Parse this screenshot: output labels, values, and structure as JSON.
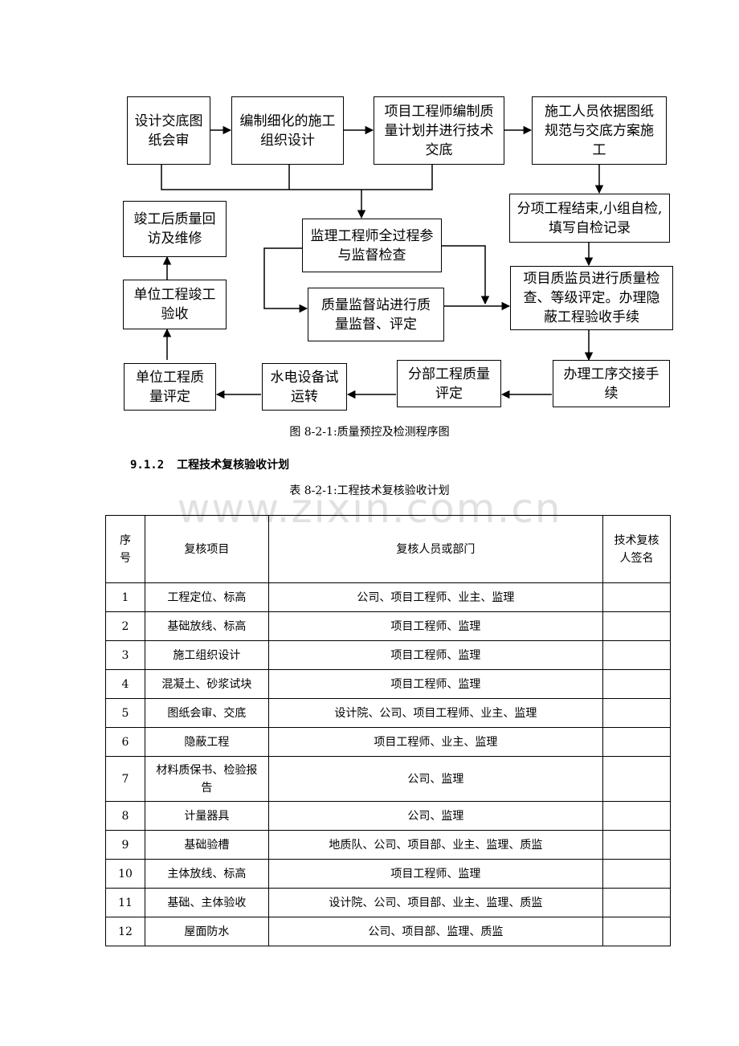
{
  "flowchart": {
    "nodes": {
      "n1": "设计交底图纸会审",
      "n2": "编制细化的施工组织设计",
      "n3": "项目工程师编制质量计划并进行技术交底",
      "n4": "施工人员依据图纸规范与交底方案施工",
      "n5": "分项工程结束,小组自检,填写自检记录",
      "n6": "监理工程师全过程参与监督检查",
      "n7": "质量监督站进行质量监督、评定",
      "n8": "项目质监员进行质量检查、等级评定。办理隐蔽工程验收手续",
      "n9": "竣工后质量回访及维修",
      "n10": "单位工程竣工验收",
      "n11": "单位工程质量评定",
      "n12": "水电设备试运转",
      "n13": "分部工程质量评定",
      "n14": "办理工序交接手续"
    },
    "caption": "图 8-2-1:质量预控及检测程序图"
  },
  "section": {
    "number": "9.1.2",
    "title": "工程技术复核验收计划"
  },
  "table": {
    "caption": "表 8-2-1:工程技术复核验收计划",
    "headers": {
      "no": "序号",
      "item": "复核项目",
      "who": "复核人员或部门",
      "sign": "技术复核人签名"
    },
    "rows": [
      {
        "no": "1",
        "item": "工程定位、标高",
        "who": "公司、项目工程师、业主、监理"
      },
      {
        "no": "2",
        "item": "基础放线、标高",
        "who": "项目工程师、监理"
      },
      {
        "no": "3",
        "item": "施工组织设计",
        "who": "项目工程师、监理"
      },
      {
        "no": "4",
        "item": "混凝土、砂浆试块",
        "who": "项目工程师、监理"
      },
      {
        "no": "5",
        "item": "图纸会审、交底",
        "who": "设计院、公司、项目工程师、业主、监理"
      },
      {
        "no": "6",
        "item": "隐蔽工程",
        "who": "项目工程师、业主、监理"
      },
      {
        "no": "7",
        "item": "材料质保书、检验报告",
        "who": "公司、监理"
      },
      {
        "no": "8",
        "item": "计量器具",
        "who": "公司、监理"
      },
      {
        "no": "9",
        "item": "基础验槽",
        "who": "地质队、公司、项目部、业主、监理、质监"
      },
      {
        "no": "10",
        "item": "主体放线、标高",
        "who": "项目工程师、监理"
      },
      {
        "no": "11",
        "item": "基础、主体验收",
        "who": "设计院、公司、项目部、业主、监理、质监"
      },
      {
        "no": "12",
        "item": "屋面防水",
        "who": "公司、项目部、监理、质监"
      }
    ]
  },
  "watermark": "www.zixin.com.cn"
}
